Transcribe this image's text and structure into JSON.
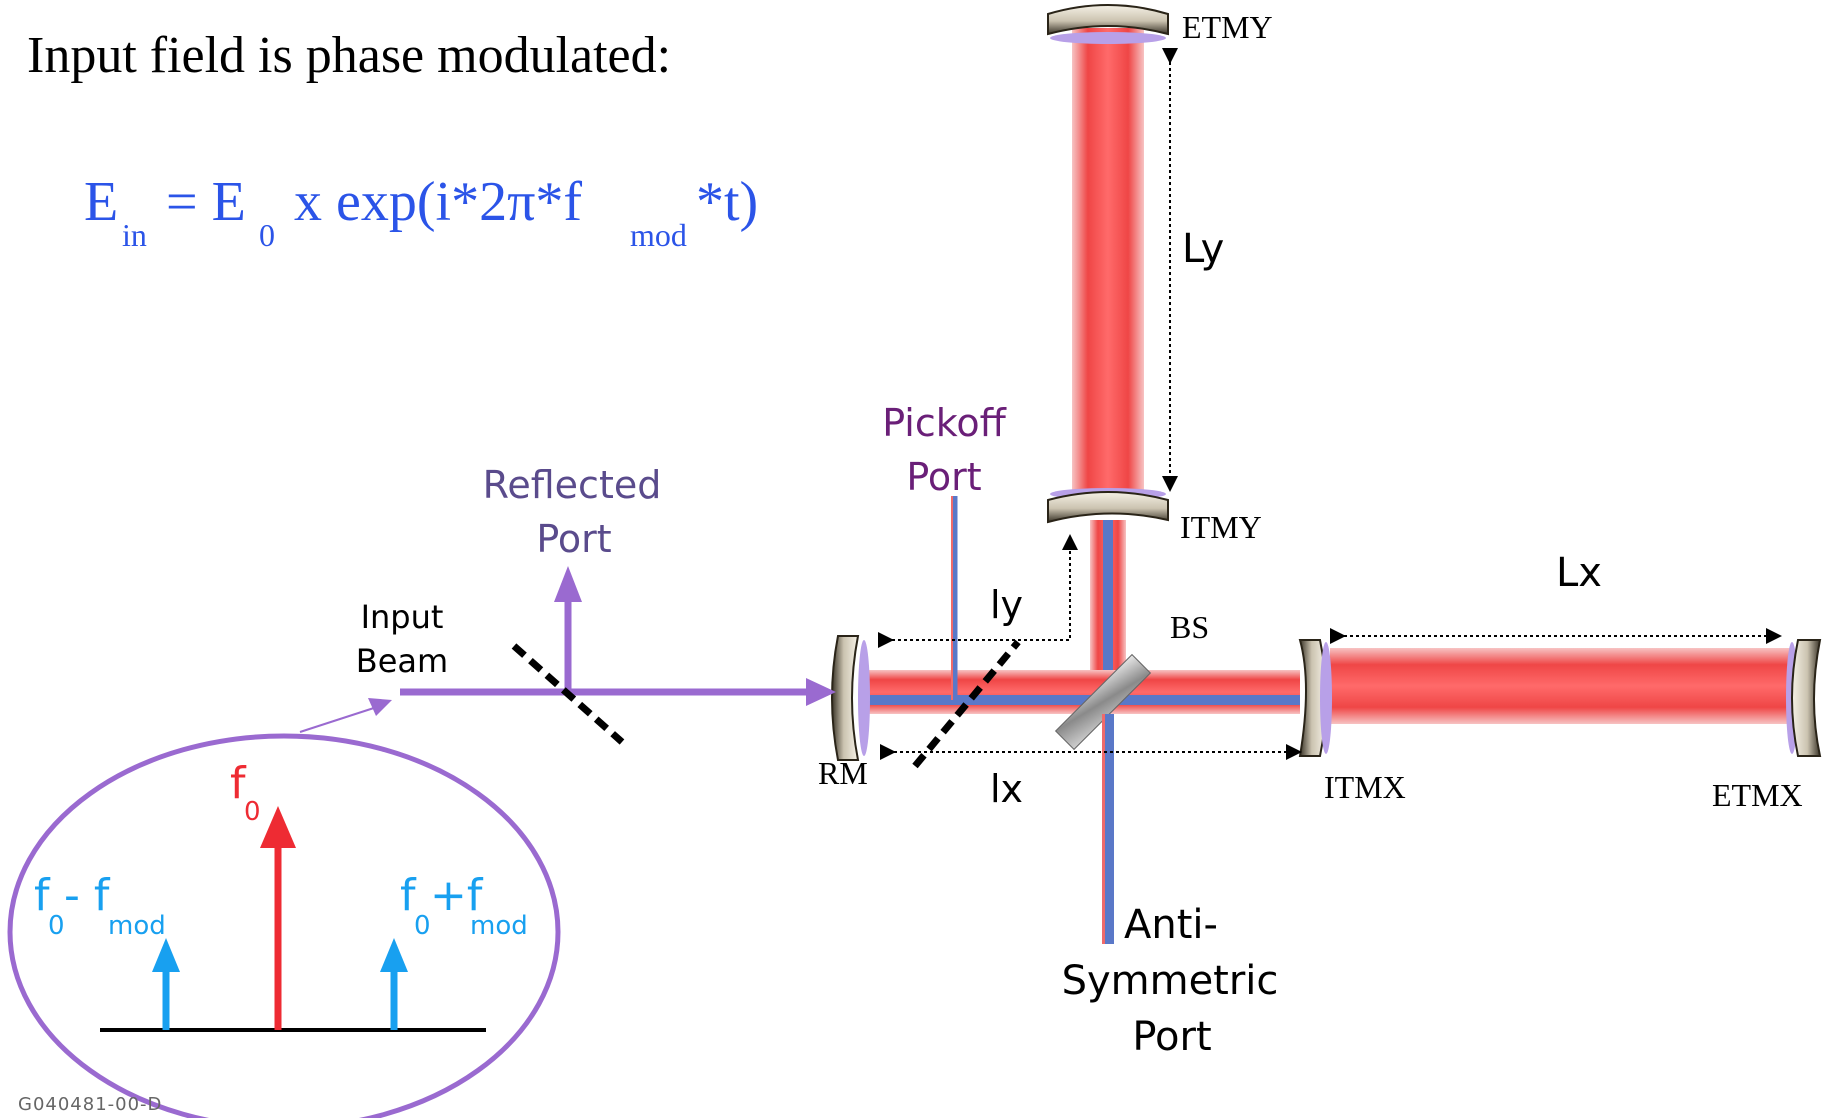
{
  "heading": "Input field is phase modulated:",
  "equation": {
    "E": "E",
    "in": "in",
    "eq": " = E",
    "zero": "0",
    "mid": " x exp(i*2π*f",
    "mod": "mod",
    "end": "*t)"
  },
  "labels": {
    "etmy": "ETMY",
    "itmy": "ITMY",
    "ly_cap": "Ly",
    "lx_cap": "Lx",
    "bs": "BS",
    "ly_small": "ly",
    "lx_small": "lx",
    "rm": "RM",
    "itmx": "ITMX",
    "etmx": "ETMX",
    "pickoff_1": "Pickoff",
    "pickoff_2": "Port",
    "reflected_1": "Reflected",
    "reflected_2": "Port",
    "input_1": "Input",
    "input_2": "Beam",
    "as_1": "Anti-",
    "as_2": "Symmetric",
    "as_3": "Port"
  },
  "spectrum": {
    "f": "f",
    "zero": "0",
    "lower_op": "- f",
    "upper_op": "+f",
    "mod": "mod"
  },
  "doc_id": "G040481-00-D",
  "colors": {
    "beam_red": "#f03a3a",
    "beam_purple": "#9a6ad0",
    "beam_blue": "#5a78c8",
    "equation_blue": "#2b54e8",
    "sideband_blue": "#18a0f0",
    "carrier_red": "#ee2b33",
    "pickoff_purple": "#6a1f78",
    "reflected_purple": "#5a4b8c"
  }
}
